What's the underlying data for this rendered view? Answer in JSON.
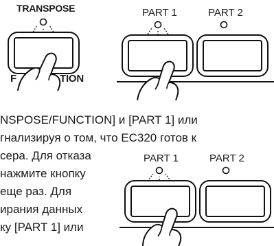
{
  "figure_top": {
    "transpose_label": "TRANSPOSE",
    "function_label_partial_left": "F",
    "function_label_partial_right": "TION",
    "part1_label": "PART 1",
    "part2_label": "PART 2"
  },
  "figure_bottom": {
    "part1_label": "PART 1",
    "part2_label": "PART 2"
  },
  "body_text": {
    "line1": "NSPOSE/FUNCTION] и [PART 1] или",
    "line2": "гнализируя о том, что EC320 готов к",
    "line3": "сера. Для отказа",
    "line4": "нажмите кнопку",
    "line5": "еще раз. Для",
    "line6": "ирания данных",
    "line7": "ку [PART 1] или"
  }
}
